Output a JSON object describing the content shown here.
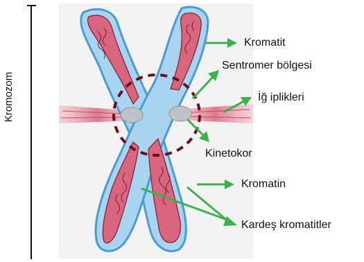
{
  "side_label": "Kromozom",
  "labels": {
    "kromatit": "Kromatit",
    "sentromer": "Sentromer bölgesi",
    "ig_iplikleri": "İğ iplikleri",
    "kinetokor": "Kinetokor",
    "kromatin": "Kromatin",
    "kardes_kromatitler": "Kardeş kromatitler"
  },
  "colors": {
    "arrow": "#3cb34a",
    "chromatid_fill": "#a9d4ef",
    "chromatid_edge": "#4a9bd0",
    "chromatin": "#d9657f",
    "spindle": "#e48b9c",
    "centromere_ring": "#6b0f1a",
    "kinetochore": "#bfc3c7"
  }
}
